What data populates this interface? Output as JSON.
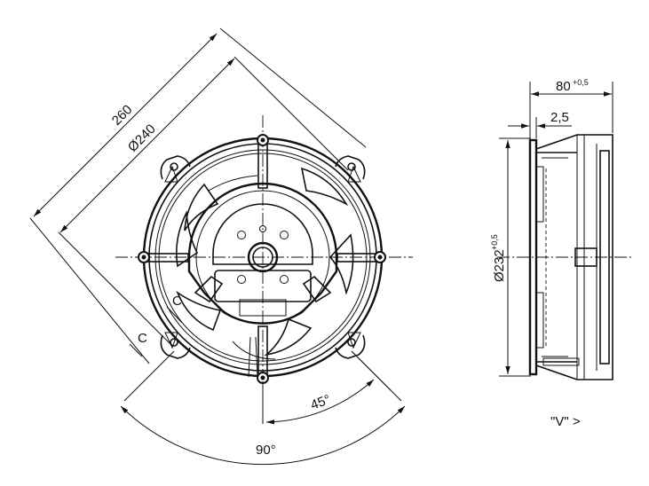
{
  "front_view": {
    "dim_overall": "260",
    "dim_diameter": "Ø240",
    "section_mark_inner": "C",
    "section_mark_outer": "C",
    "angle_small": "45°",
    "angle_large": "90°"
  },
  "side_view": {
    "depth_value": "80",
    "depth_tolerance": "+0,5",
    "flange_value": "2,5",
    "diameter_value": "Ø232",
    "diameter_tolerance": "+0,5",
    "view_label": "\"V\" >"
  }
}
